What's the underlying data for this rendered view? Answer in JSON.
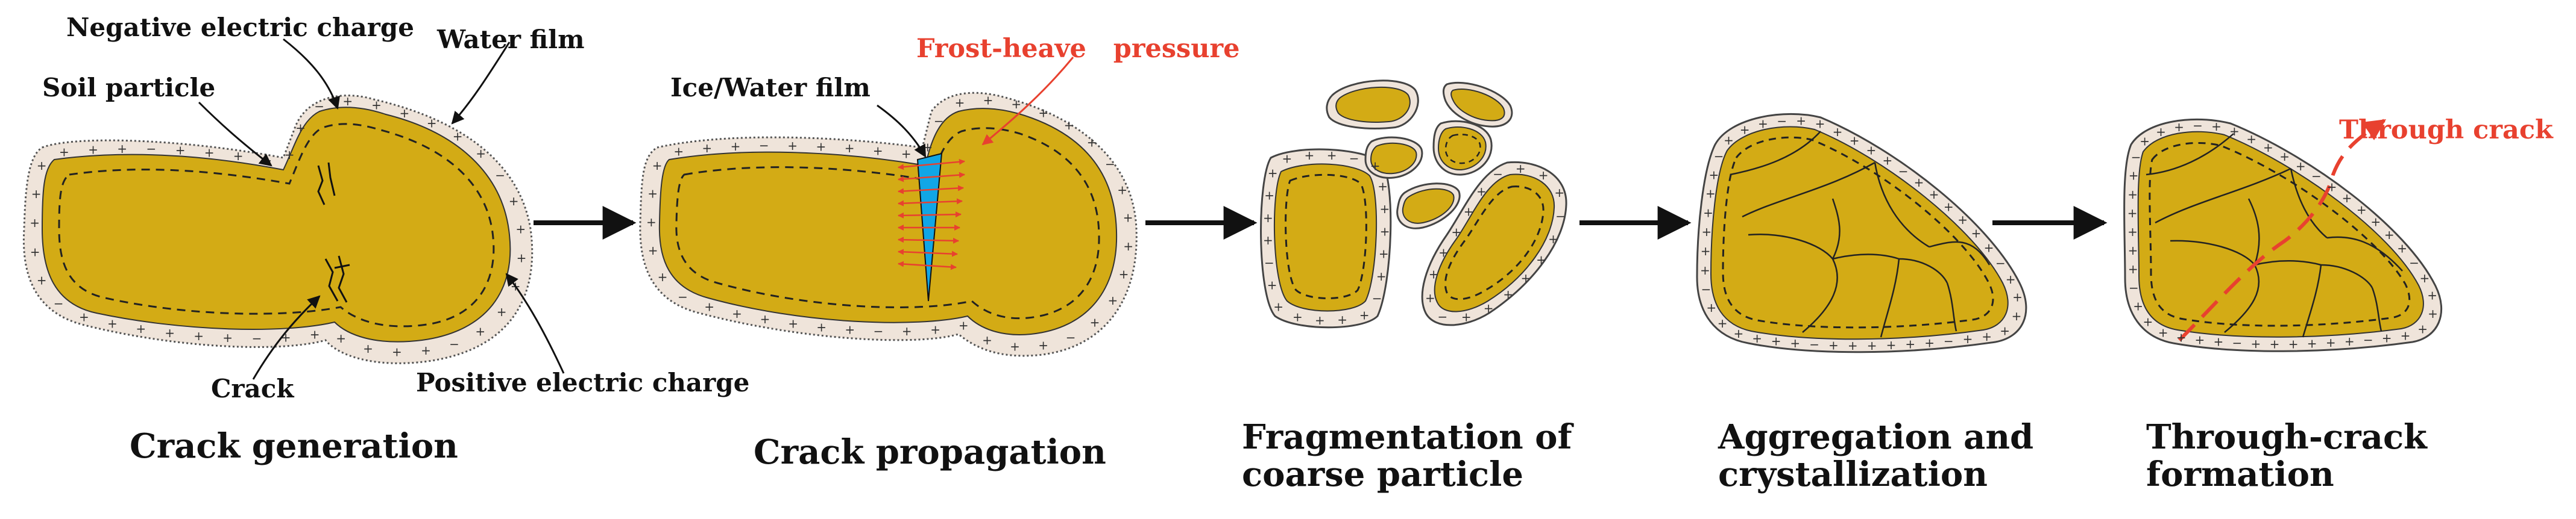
{
  "colors": {
    "soil": "#D3AB15",
    "water_film": "#EFE4DA",
    "ice": "#11A6E6",
    "pressure": "#E8412F",
    "outline": "#222222"
  },
  "labels": {
    "negative_charge": "Negative electric charge",
    "water_film": "Water film",
    "soil_particle": "Soil particle",
    "crack": "Crack",
    "positive_charge": "Positive electric charge",
    "ice_water_film": "Ice/Water film",
    "frost_heave_pressure": "Frost-heave   pressure",
    "through_crack": "Through crack"
  },
  "stages": [
    {
      "lines": [
        "Crack generation"
      ]
    },
    {
      "lines": [
        "Crack propagation"
      ]
    },
    {
      "lines": [
        "Fragmentation of",
        "coarse particle"
      ]
    },
    {
      "lines": [
        "Aggregation and",
        "crystallization"
      ]
    },
    {
      "lines": [
        "Through-crack",
        "formation"
      ]
    }
  ]
}
